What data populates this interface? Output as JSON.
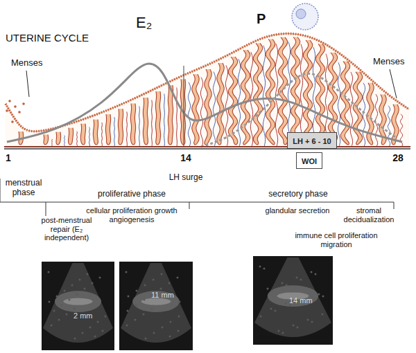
{
  "diagram": {
    "title": "UTERINE CYCLE",
    "nodes": [
      {
        "text": [
          "LH + 6 - 10"
        ]
      },
      {
        "text": [
          "WOI"
        ]
      },
      {
        "text": [
          "2 mm"
        ]
      },
      {
        "text": [
          "11 mm"
        ]
      },
      {
        "text": [
          "14 mm"
        ]
      }
    ],
    "labels": [
      "Menses",
      "E₂",
      "P",
      "Menses",
      "1",
      "14",
      "28",
      "LH surge",
      "menstrual phase",
      "proliferative phase",
      "secretory phase",
      "post-menstrual repair (E₂ independent)",
      "cellular proliferation growth angiogenesis",
      "glandular secretion",
      "stromal decidualization",
      "immune cell proliferation migration"
    ]
  }
}
